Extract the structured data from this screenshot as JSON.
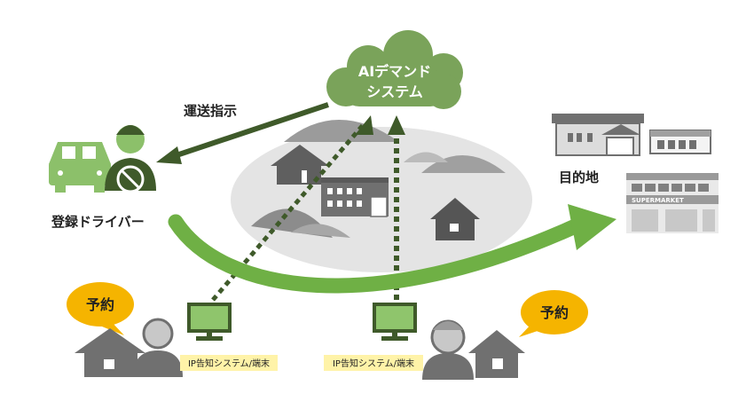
{
  "cloud": {
    "line1": "AIデマンド",
    "line2": "システム"
  },
  "dispatch_label": "運送指示",
  "driver_label": "登録ドライバー",
  "destination_label": "目的地",
  "supermarket_sign": "SUPERMARKET",
  "reservation_left": "予約",
  "reservation_right": "予約",
  "terminal_left_label": "IP告知システム/端末",
  "terminal_right_label": "IP告知システム/端末",
  "colors": {
    "cloud_green": "#7aa35a",
    "dark_green": "#3f5a2a",
    "route_green": "#6fb045",
    "driver_green": "#8cc06a",
    "speech_yellow": "#f5b400",
    "label_yellow": "#fff3a8",
    "terminal_green": "#8fc56c",
    "gray_dark": "#666666",
    "gray_mid": "#9a9a9a",
    "gray_light": "#e2e2e2"
  }
}
